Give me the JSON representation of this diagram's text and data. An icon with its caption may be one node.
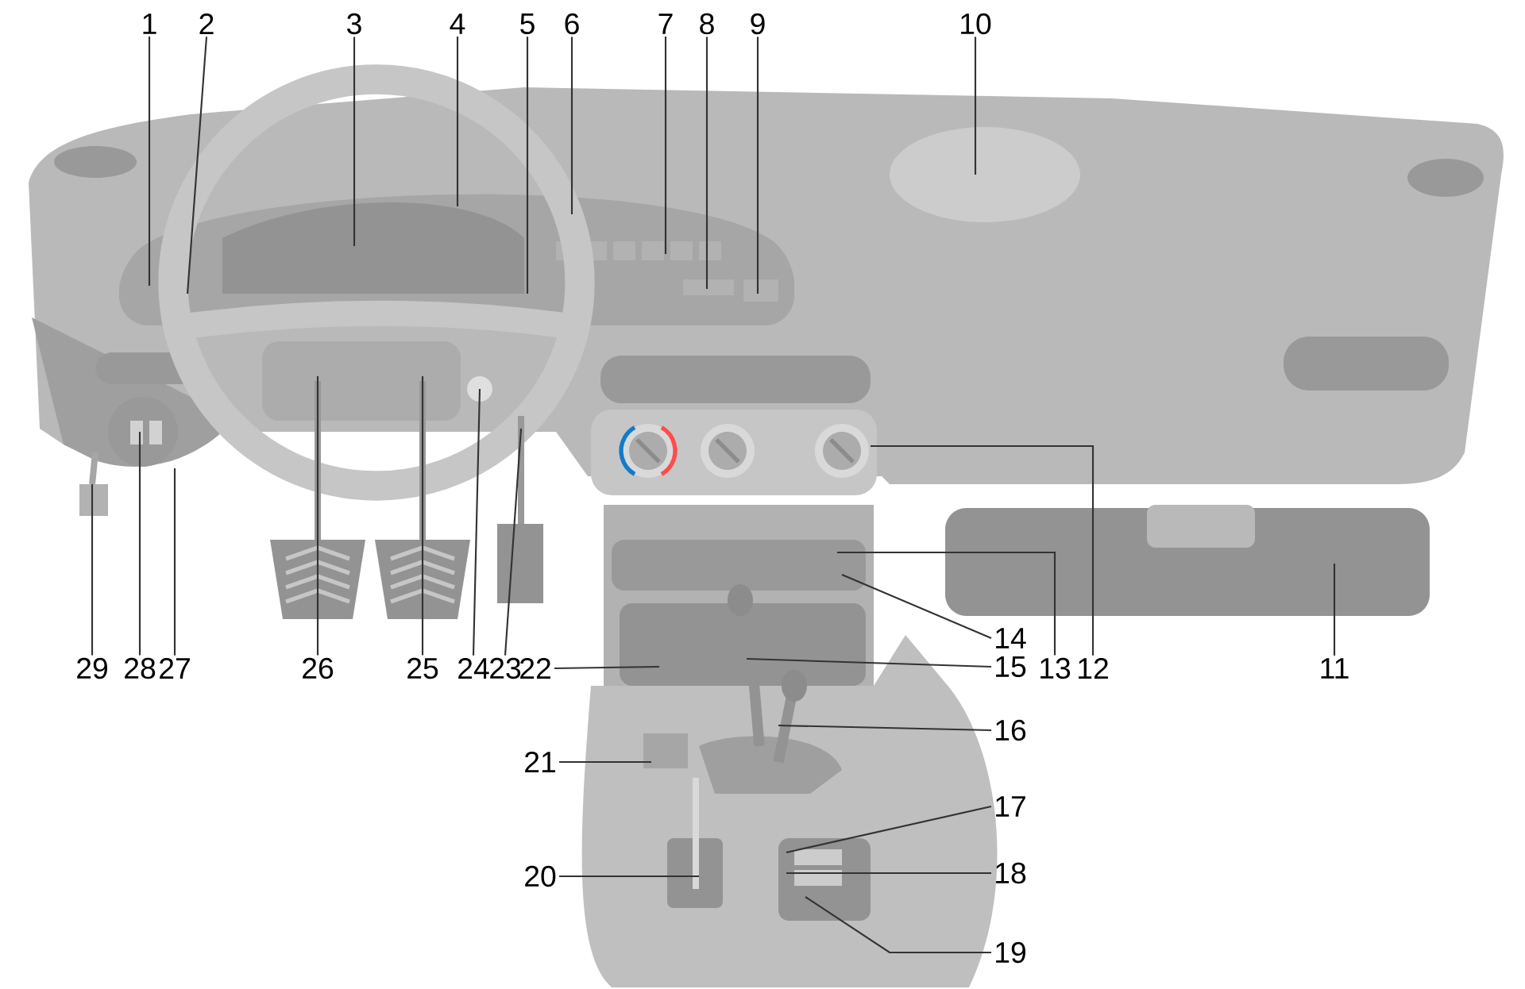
{
  "diagram": {
    "nodes": [
      {
        "text": [
          "1"
        ]
      },
      {
        "text": [
          "2"
        ]
      },
      {
        "text": [
          "3"
        ]
      },
      {
        "text": [
          "4"
        ]
      },
      {
        "text": [
          "5"
        ]
      },
      {
        "text": [
          "6"
        ]
      },
      {
        "text": [
          "7"
        ]
      },
      {
        "text": [
          "8"
        ]
      },
      {
        "text": [
          "9"
        ]
      },
      {
        "text": [
          "10"
        ]
      },
      {
        "text": [
          "11"
        ]
      },
      {
        "text": [
          "12"
        ]
      },
      {
        "text": [
          "13"
        ]
      },
      {
        "text": [
          "14"
        ]
      },
      {
        "text": [
          "15"
        ]
      },
      {
        "text": [
          "16"
        ]
      },
      {
        "text": [
          "17"
        ]
      },
      {
        "text": [
          "18"
        ]
      },
      {
        "text": [
          "19"
        ]
      },
      {
        "text": [
          "20"
        ]
      },
      {
        "text": [
          "21"
        ]
      },
      {
        "text": [
          "22"
        ]
      },
      {
        "text": [
          "23"
        ]
      },
      {
        "text": [
          "24"
        ]
      },
      {
        "text": [
          "25"
        ]
      },
      {
        "text": [
          "26"
        ]
      },
      {
        "text": [
          "27"
        ]
      },
      {
        "text": [
          "28"
        ]
      },
      {
        "text": [
          "29"
        ]
      }
    ],
    "edges": [
      {
        "from": 0,
        "to": null,
        "arrow": "none"
      },
      {
        "from": 1,
        "to": null,
        "arrow": "none"
      },
      {
        "from": 2,
        "to": null,
        "arrow": "none"
      },
      {
        "from": 3,
        "to": null,
        "arrow": "none"
      },
      {
        "from": 4,
        "to": null,
        "arrow": "none"
      },
      {
        "from": 5,
        "to": null,
        "arrow": "none"
      },
      {
        "from": 6,
        "to": null,
        "arrow": "none"
      },
      {
        "from": 7,
        "to": null,
        "arrow": "none"
      },
      {
        "from": 8,
        "to": null,
        "arrow": "none"
      },
      {
        "from": 9,
        "to": null,
        "arrow": "none"
      },
      {
        "from": 10,
        "to": null,
        "arrow": "none"
      },
      {
        "from": 11,
        "to": null,
        "arrow": "none"
      },
      {
        "from": 12,
        "to": null,
        "arrow": "none"
      },
      {
        "from": 13,
        "to": null,
        "arrow": "none"
      },
      {
        "from": 14,
        "to": null,
        "arrow": "none"
      },
      {
        "from": 15,
        "to": null,
        "arrow": "none"
      },
      {
        "from": 16,
        "to": null,
        "arrow": "none"
      },
      {
        "from": 17,
        "to": null,
        "arrow": "none"
      },
      {
        "from": 18,
        "to": null,
        "arrow": "none"
      },
      {
        "from": 19,
        "to": null,
        "arrow": "none"
      },
      {
        "from": 20,
        "to": null,
        "arrow": "none"
      },
      {
        "from": 21,
        "to": null,
        "arrow": "none"
      },
      {
        "from": 22,
        "to": null,
        "arrow": "none"
      },
      {
        "from": 23,
        "to": null,
        "arrow": "none"
      },
      {
        "from": 24,
        "to": null,
        "arrow": "none"
      },
      {
        "from": 25,
        "to": null,
        "arrow": "none"
      },
      {
        "from": 26,
        "to": null,
        "arrow": "none"
      },
      {
        "from": 27,
        "to": null,
        "arrow": "none"
      },
      {
        "from": 28,
        "to": null,
        "arrow": "none"
      }
    ]
  }
}
